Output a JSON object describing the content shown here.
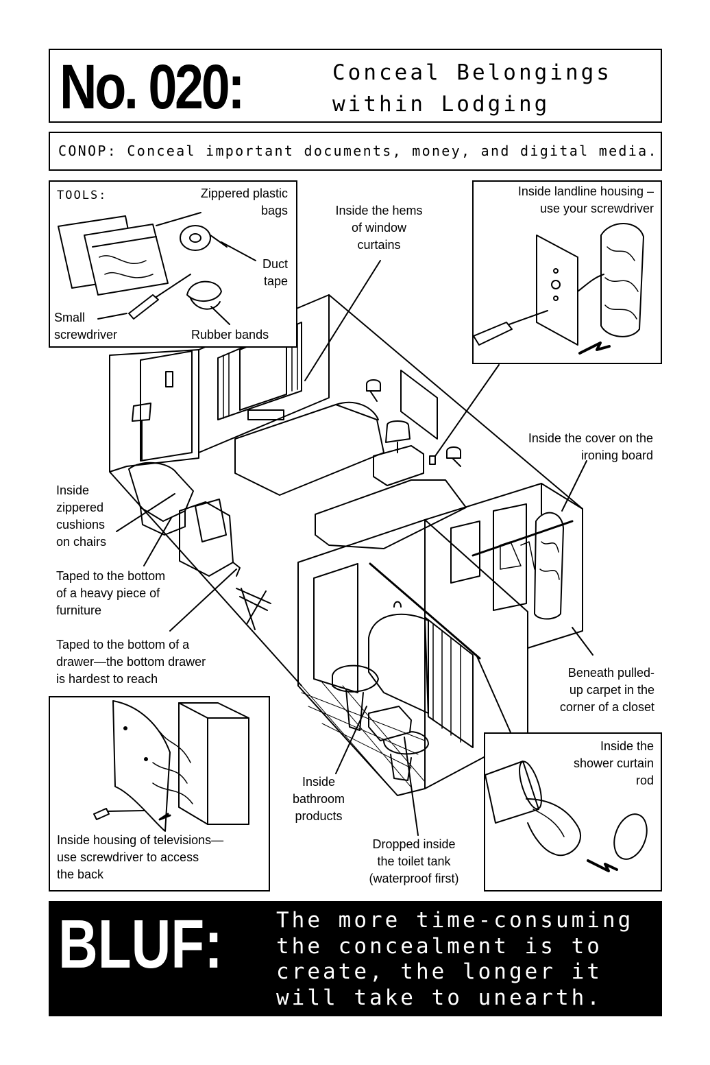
{
  "title": {
    "number": "No. 020:",
    "text": "Conceal Belongings\nwithin Lodging"
  },
  "conop": "CONOP: Conceal important documents, money, and digital media.",
  "tools": {
    "heading": "TOOLS:",
    "zippered_bags": "Zippered plastic\nbags",
    "duct_tape": "Duct\ntape",
    "small_screwdriver": "Small\nscrewdriver",
    "rubber_bands": "Rubber bands"
  },
  "callouts": {
    "window_curtains": "Inside the hems\nof window\ncurtains",
    "landline": "Inside landline housing –\nuse your screwdriver",
    "ironing_board": "Inside the cover on the\nironing board",
    "cushions": "Inside\nzippered\ncushions\non chairs",
    "heavy_furniture": "Taped to the bottom\nof a heavy piece of\nfurniture",
    "drawer": "Taped to the bottom of a\ndrawer—the bottom drawer\nis hardest to reach",
    "carpet": "Beneath pulled-\nup carpet in the\ncorner of a closet",
    "shower_rod": "Inside the\nshower curtain\nrod",
    "bathroom_products": "Inside\nbathroom\nproducts",
    "toilet_tank": "Dropped inside\nthe toilet tank\n(waterproof first)",
    "television": "Inside housing of televisions—\nuse screwdriver to access\nthe back"
  },
  "bluf": {
    "label": "BLUF:",
    "text": "The more time-consuming\nthe concealment is to\ncreate, the longer it\nwill take to unearth."
  }
}
